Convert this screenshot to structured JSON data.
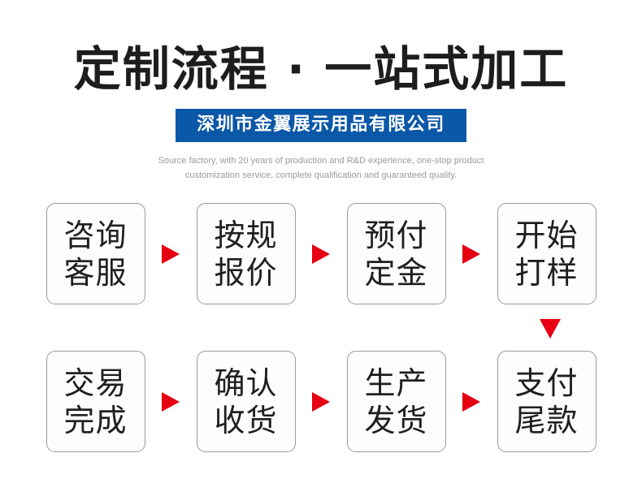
{
  "header": {
    "title": "定制流程 · 一站式加工",
    "company_badge": "深圳市金翼展示用品有限公司",
    "subtitle": "Source factory, with 20 years of production and R&D experience, one-stop product customization service, complete qualification and guaranteed quality.",
    "badge_bg_color": "#0b57a8",
    "badge_text_color": "#ffffff",
    "title_color": "#1d1d1d",
    "subtitle_color": "#9b9b9b"
  },
  "flow": {
    "arrow_color": "#e60012",
    "box_border_color": "#9a9a9a",
    "box_text_color": "#1f1f1f",
    "rows": [
      {
        "row_index": 1,
        "steps": [
          {
            "line1": "咨询",
            "line2": "客服"
          },
          {
            "line1": "按规",
            "line2": "报价"
          },
          {
            "line1": "预付",
            "line2": "定金"
          },
          {
            "line1": "开始",
            "line2": "打样"
          }
        ],
        "arrow_icons": [
          "arrow-right-icon",
          "arrow-right-icon",
          "arrow-right-icon"
        ]
      },
      {
        "row_index": 2,
        "steps": [
          {
            "line1": "交易",
            "line2": "完成"
          },
          {
            "line1": "确认",
            "line2": "收货"
          },
          {
            "line1": "生产",
            "line2": "发货"
          },
          {
            "line1": "支付",
            "line2": "尾款"
          }
        ],
        "arrow_icons": [
          "arrow-right-icon",
          "arrow-right-icon",
          "arrow-right-icon"
        ]
      }
    ],
    "connector_icon": "arrow-down-icon"
  }
}
